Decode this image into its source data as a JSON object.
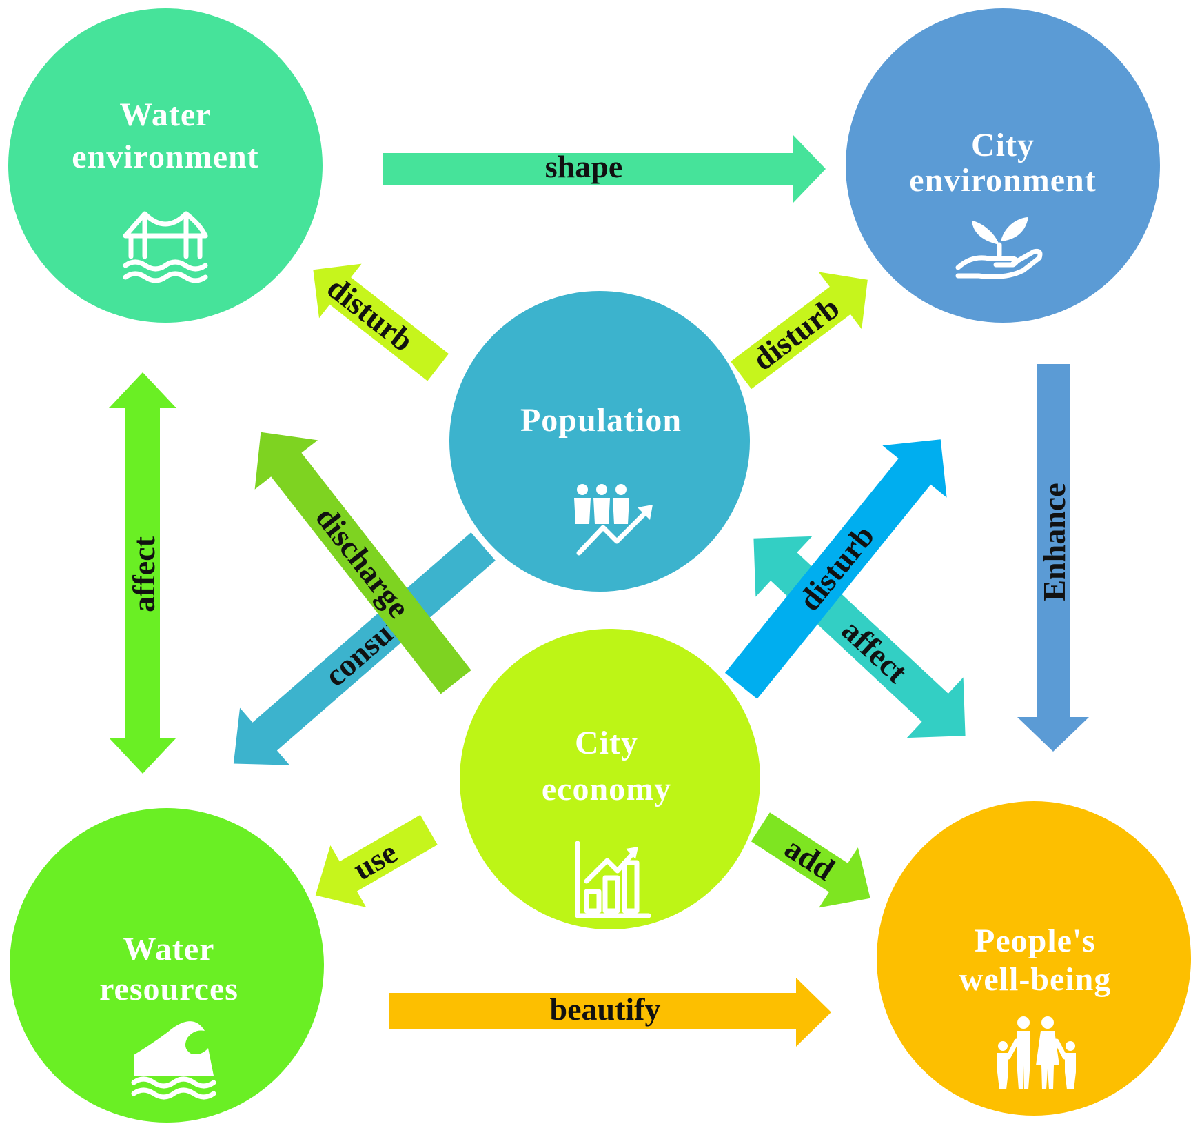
{
  "diagram": {
    "nodes": {
      "water_environment": {
        "line1": "Water",
        "line2": "environment",
        "color": "#46e39a",
        "icon": "bridge-water-icon"
      },
      "city_environment": {
        "line1": "City",
        "line2": "environment",
        "color": "#5b9bd5",
        "icon": "hand-sprout-icon"
      },
      "population": {
        "line1": "Population",
        "color": "#3cb3cd",
        "icon": "people-growth-icon"
      },
      "city_economy": {
        "line1": "City",
        "line2": "economy",
        "color": "#bdf516",
        "icon": "bar-chart-growth-icon"
      },
      "water_resources": {
        "line1": "Water",
        "line2": "resources",
        "color": "#6aef24",
        "icon": "wave-icon"
      },
      "peoples_wellbeing": {
        "line1": "People's",
        "line2": "well-being",
        "color": "#fdbf00",
        "icon": "family-icon"
      }
    },
    "arrows": {
      "shape": {
        "label": "shape",
        "color": "#46e39a"
      },
      "beautify": {
        "label": "beautify",
        "color": "#fdbf00"
      },
      "affect_left": {
        "label": "affect",
        "color": "#6aef24"
      },
      "enhance": {
        "label": "Enhance",
        "color": "#5b9bd5"
      },
      "disturb_top_left": {
        "label": "disturb",
        "color": "#c6f51c"
      },
      "disturb_top_right": {
        "label": "disturb",
        "color": "#c6f51c"
      },
      "discharge": {
        "label": "discharge",
        "color": "#7ed321"
      },
      "consume": {
        "label": "consume",
        "color": "#3cb3cd"
      },
      "disturb_diag": {
        "label": "disturb",
        "color": "#00aeef"
      },
      "affect_right": {
        "label": "affect",
        "color": "#33cfc4"
      },
      "use": {
        "label": "use",
        "color": "#c6f51c"
      },
      "add": {
        "label": "add",
        "color": "#7ee521"
      }
    }
  }
}
